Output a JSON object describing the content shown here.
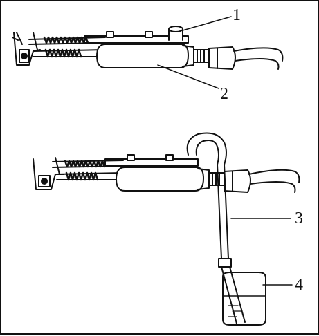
{
  "callouts": {
    "c1": "1",
    "c2": "2",
    "c3": "3",
    "c4": "4"
  },
  "colors": {
    "ink": "#111111",
    "paper": "#ffffff"
  }
}
